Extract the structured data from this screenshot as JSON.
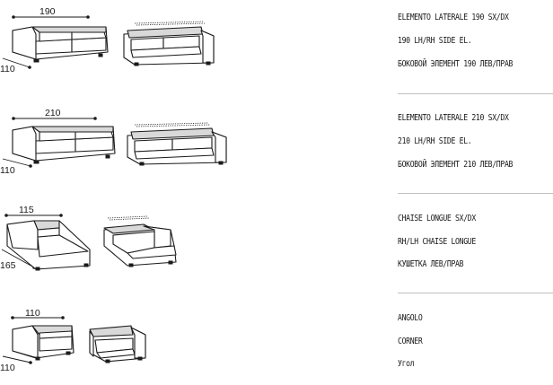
{
  "elements": [
    {
      "key": "side-190",
      "dimensions": {
        "width": "190",
        "depth": "110"
      },
      "labels": {
        "it": "ELEMENTO LATERALE 190 SX/DX",
        "en": "190 LH/RH SIDE EL.",
        "ru": "БОКОВОЙ ЭЛЕМЕНТ 190 ЛЕВ/ПРАВ"
      }
    },
    {
      "key": "side-210",
      "dimensions": {
        "width": "210",
        "depth": "110"
      },
      "labels": {
        "it": "ELEMENTO LATERALE 210 SX/DX",
        "en": "210 LH/RH SIDE EL.",
        "ru": "БОКОВОЙ ЭЛЕМЕНТ 210 ЛЕВ/ПРАВ"
      }
    },
    {
      "key": "chaise-longue",
      "dimensions": {
        "width": "115",
        "depth": "165"
      },
      "labels": {
        "it": "CHAISE LONGUE SX/DX",
        "en": "RH/LH CHAISE LONGUE",
        "ru": "КУШЕТКА ЛЕВ/ПРАВ"
      }
    },
    {
      "key": "corner",
      "dimensions": {
        "width": "110",
        "depth": "110"
      },
      "labels": {
        "it": "ANGOLO",
        "en": "CORNER",
        "ru": "Угол"
      }
    }
  ]
}
